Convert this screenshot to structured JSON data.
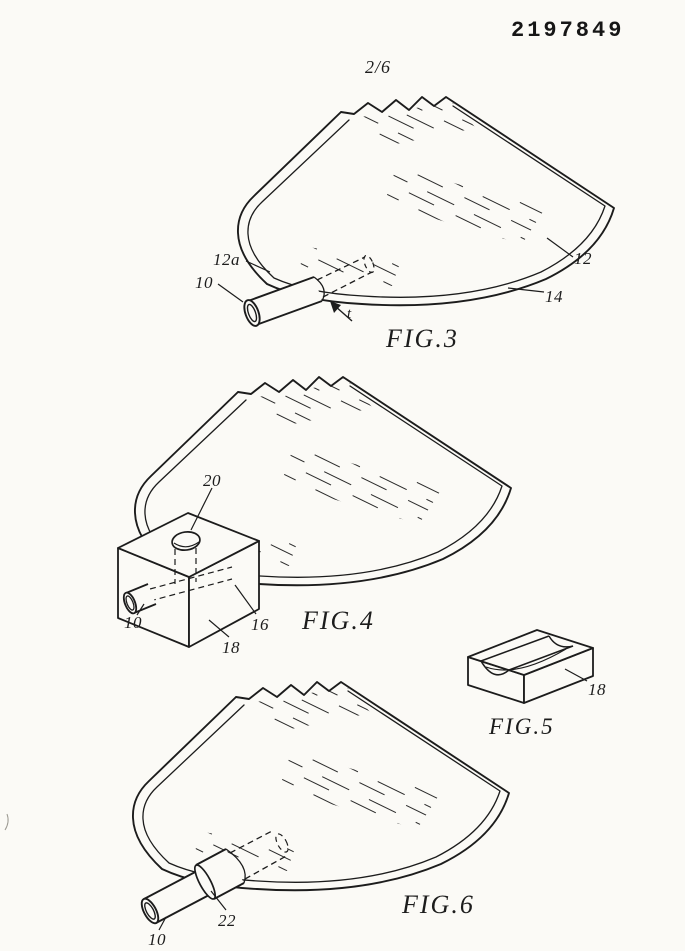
{
  "page": {
    "patent_number": "2197849",
    "sheet_label": "2/6",
    "background_color": "#fbfaf6",
    "ink_color": "#1c1c1c"
  },
  "figures": {
    "fig3": {
      "caption": "FIG.3",
      "labels": {
        "ref_12a": "12a",
        "ref_10": "10",
        "ref_12": "12",
        "ref_14": "14",
        "arrow_letter": "t"
      }
    },
    "fig4": {
      "caption": "FIG.4",
      "labels": {
        "ref_20": "20",
        "ref_10": "10",
        "ref_16": "16",
        "ref_18": "18"
      }
    },
    "fig5": {
      "caption": "FIG.5",
      "labels": {
        "ref_18": "18"
      }
    },
    "fig6": {
      "caption": "FIG.6",
      "labels": {
        "ref_22": "22",
        "ref_10": "10"
      }
    }
  }
}
